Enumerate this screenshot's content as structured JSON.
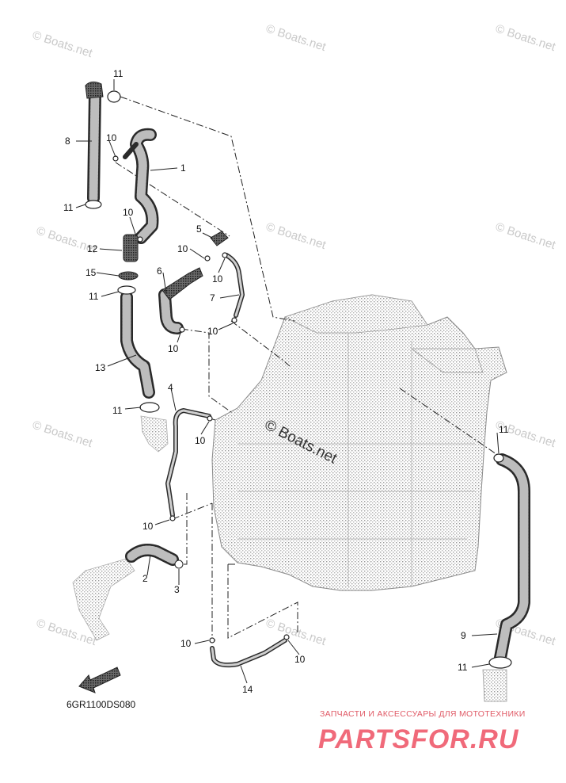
{
  "watermark": "© Boats.net",
  "center_watermark": "© Boats.net",
  "diagram_code": "6GR1100DS080",
  "banner": {
    "subtitle": "ЗАПЧАСТИ И АКСЕССУАРЫ ДЛЯ МОТОТЕХНИКИ",
    "logo": "PARTSFOR.RU"
  },
  "callouts": [
    {
      "id": "c11a",
      "text": "11"
    },
    {
      "id": "c8",
      "text": "8"
    },
    {
      "id": "c10a",
      "text": "10"
    },
    {
      "id": "c1",
      "text": "1"
    },
    {
      "id": "c11b",
      "text": "11"
    },
    {
      "id": "c10b",
      "text": "10"
    },
    {
      "id": "c5",
      "text": "5"
    },
    {
      "id": "c12",
      "text": "12"
    },
    {
      "id": "c10c",
      "text": "10"
    },
    {
      "id": "c10d",
      "text": "10"
    },
    {
      "id": "c15",
      "text": "15"
    },
    {
      "id": "c6",
      "text": "6"
    },
    {
      "id": "c11c",
      "text": "11"
    },
    {
      "id": "c7",
      "text": "7"
    },
    {
      "id": "c10e",
      "text": "10"
    },
    {
      "id": "c10f",
      "text": "10"
    },
    {
      "id": "c13",
      "text": "13"
    },
    {
      "id": "c4",
      "text": "4"
    },
    {
      "id": "c11d",
      "text": "11"
    },
    {
      "id": "c10g",
      "text": "10"
    },
    {
      "id": "c11e",
      "text": "11"
    },
    {
      "id": "c10h",
      "text": "10"
    },
    {
      "id": "c2",
      "text": "2"
    },
    {
      "id": "c3",
      "text": "3"
    },
    {
      "id": "c9",
      "text": "9"
    },
    {
      "id": "c10i",
      "text": "10"
    },
    {
      "id": "c10j",
      "text": "10"
    },
    {
      "id": "c11f",
      "text": "11"
    },
    {
      "id": "c14",
      "text": "14"
    }
  ]
}
